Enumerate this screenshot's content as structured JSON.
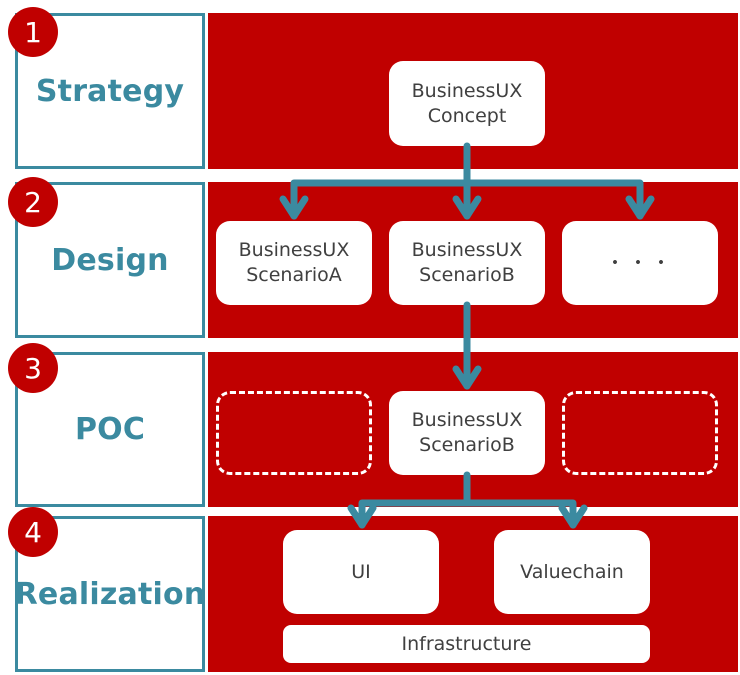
{
  "colors": {
    "band": "#c00000",
    "accent": "#3b8aa0",
    "node_text": "#404040"
  },
  "stages": [
    {
      "number": "1",
      "label": "Strategy"
    },
    {
      "number": "2",
      "label": "Design"
    },
    {
      "number": "3",
      "label": "POC"
    },
    {
      "number": "4",
      "label": "Realization"
    }
  ],
  "nodes": {
    "concept": {
      "line1": "BusinessUX",
      "line2": "Concept"
    },
    "scenario_a": {
      "line1": "BusinessUX",
      "line2": "ScenarioA"
    },
    "scenario_b": {
      "line1": "BusinessUX",
      "line2": "ScenarioB"
    },
    "more": {
      "text": "・・・"
    },
    "poc_scenario_b": {
      "line1": "BusinessUX",
      "line2": "ScenarioB"
    },
    "ui": {
      "text": "UI"
    },
    "valuechain": {
      "text": "Valuechain"
    },
    "infrastructure": {
      "text": "Infrastructure"
    }
  }
}
